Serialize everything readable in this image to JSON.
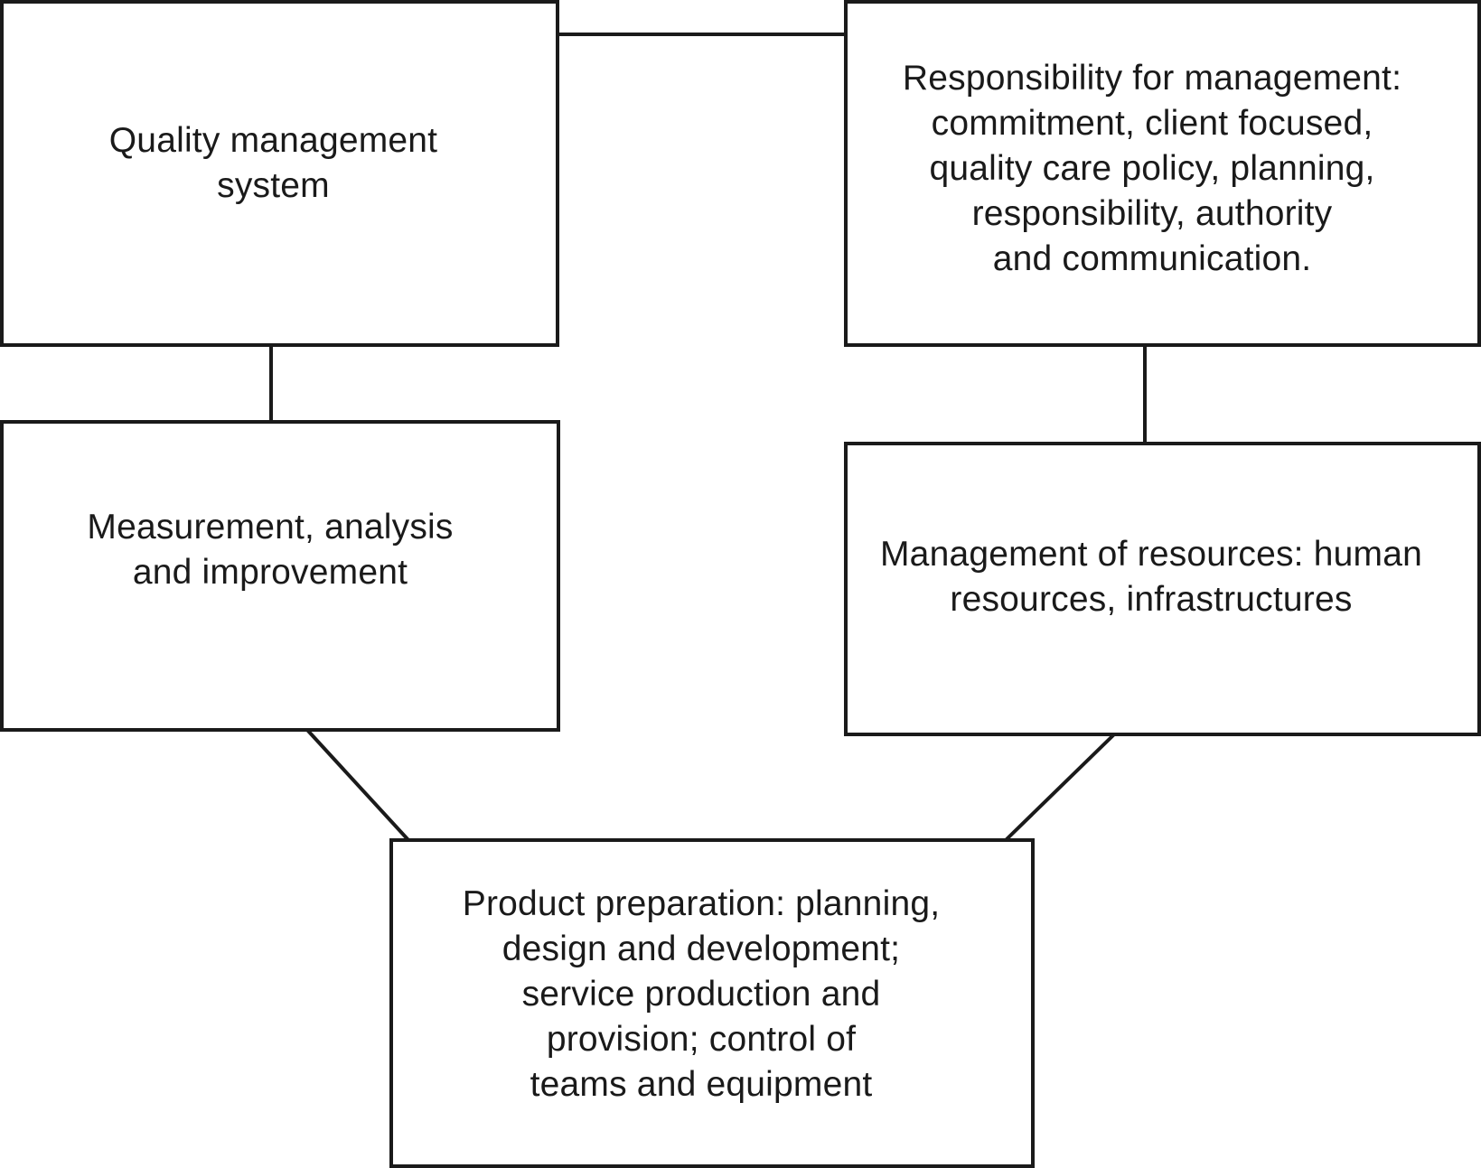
{
  "diagram": {
    "boxes": {
      "qms": {
        "lines": [
          "Quality management",
          "system"
        ]
      },
      "responsibility": {
        "lines": [
          "Responsibility for management:",
          "commitment, client focused,",
          "quality care policy, planning,",
          "responsibility, authority",
          "and communication."
        ]
      },
      "measurement": {
        "lines": [
          "Measurement, analysis",
          "and improvement"
        ]
      },
      "resources": {
        "lines": [
          "Management of resources: human",
          "resources, infrastructures"
        ]
      },
      "product": {
        "lines": [
          "Product preparation: planning,",
          "design and development;",
          "service production and",
          "provision; control of",
          "teams and equipment"
        ]
      }
    },
    "connections": [
      {
        "from": "qms",
        "to": "responsibility"
      },
      {
        "from": "qms",
        "to": "measurement"
      },
      {
        "from": "responsibility",
        "to": "resources"
      },
      {
        "from": "measurement",
        "to": "product"
      },
      {
        "from": "resources",
        "to": "product"
      }
    ],
    "colors": {
      "stroke": "#1a1a1a",
      "background": "#ffffff"
    }
  }
}
